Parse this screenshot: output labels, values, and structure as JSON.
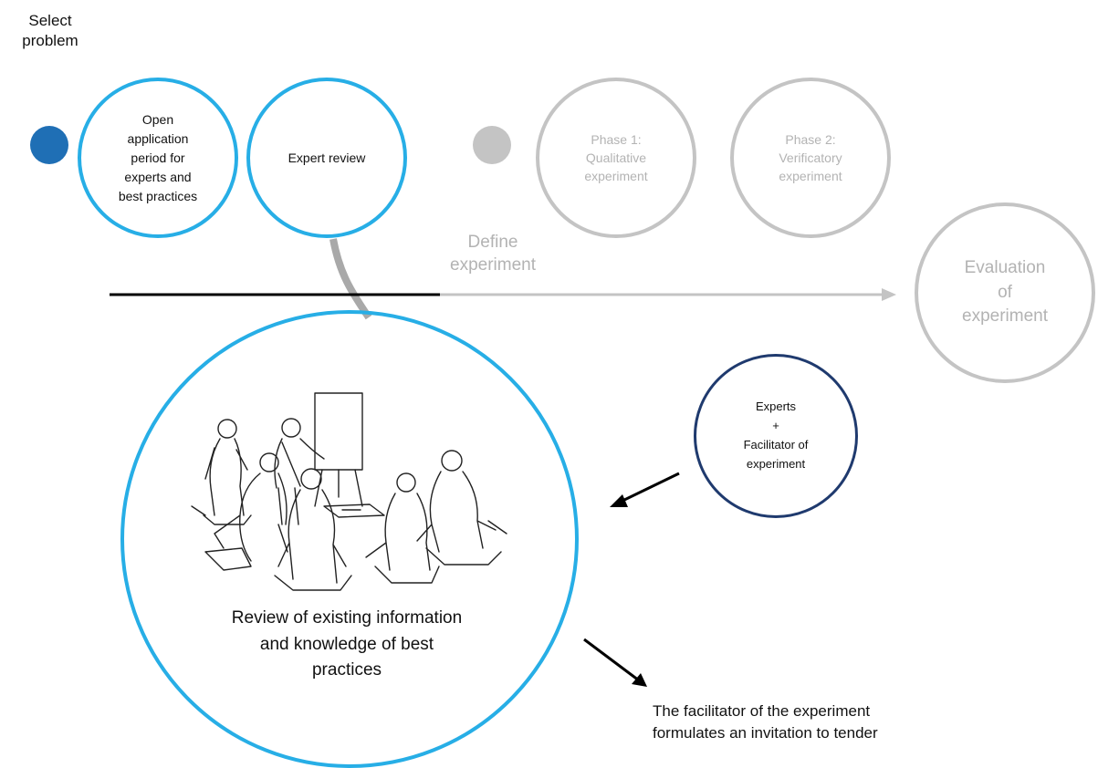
{
  "colors": {
    "active_blue": "#27aee6",
    "dark_blue_dot": "#1f6fb5",
    "navy": "#1f3a6e",
    "inactive_gray": "#c4c4c4",
    "gray_text": "#b3b3b3",
    "black": "#000000"
  },
  "labels": {
    "select_problem": "Select\nproblem",
    "open_application": "Open\napplication\nperiod for\nexperts and\nbest practices",
    "expert_review": "Expert review",
    "phase1": "Phase 1:\nQualitative\nexperiment",
    "phase2": "Phase 2:\nVerificatory\nexperiment",
    "define_experiment": "Define\nexperiment",
    "evaluation": "Evaluation\nof\nexperiment",
    "review_caption": "Review of existing information\nand knowledge of best\npractices",
    "experts_facilitator": "Experts\n+\nFacilitator of\nexperiment",
    "facilitator_note": "The facilitator of the experiment\nformulates an invitation to tender"
  },
  "icons": {
    "people_meeting": "group-meeting-sketch-icon"
  }
}
